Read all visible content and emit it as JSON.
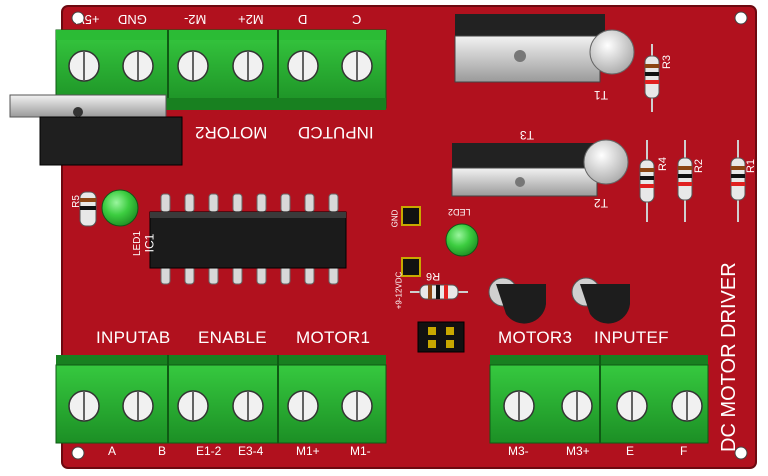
{
  "board": {
    "title": "DC MOTOR DRIVER",
    "colors": {
      "pcb": "#b1111e",
      "pcb_dark": "#8d0c17",
      "terminal": "#27b430",
      "terminal_dark": "#1a8a22",
      "led": "#35c93a"
    }
  },
  "terminals_top": {
    "header_label_motor2": "MOTOR2",
    "header_label_inputcd": "INPUTCD",
    "pin_labels": [
      "+5V",
      "GND",
      "M2-",
      "M2+",
      "D",
      "C"
    ]
  },
  "terminals_bottom_left": {
    "label_inputab": "INPUTAB",
    "label_enable": "ENABLE",
    "label_motor1": "MOTOR1",
    "pin_labels": [
      "A",
      "B",
      "E1-2",
      "E3-4",
      "M1+",
      "M1-"
    ]
  },
  "terminals_bottom_right": {
    "label_motor3": "MOTOR3",
    "label_inputef": "INPUTEF",
    "pin_labels": [
      "M3-",
      "M3+",
      "E",
      "F"
    ]
  },
  "components": {
    "ic": "IC1",
    "led1": "LED1",
    "led2": "LED2",
    "r1": "R1",
    "r2": "R2",
    "r3": "R3",
    "r4": "R4",
    "r5": "R5",
    "r6": "R6",
    "t1": "T1",
    "t2": "T2",
    "t3": "T3",
    "gnd": "GND",
    "vdc": "+9-12VDC"
  }
}
